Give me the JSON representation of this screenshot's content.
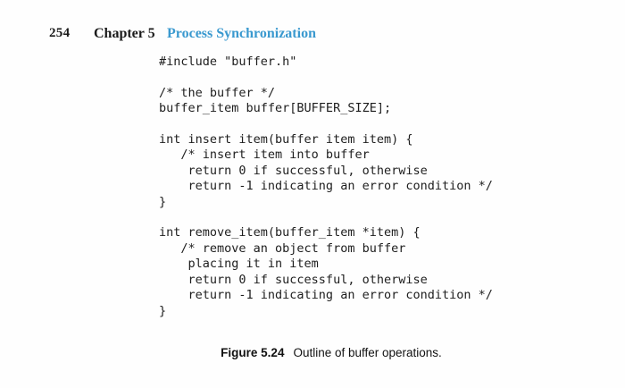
{
  "page": {
    "number": "254",
    "chapter_label": "Chapter 5",
    "chapter_title": "Process Synchronization"
  },
  "colors": {
    "chapter_title_blue": "#3a99cf",
    "body_text": "#1d1d1d",
    "background": "#fefefe"
  },
  "code": {
    "lines": [
      "#include \"buffer.h\"",
      "",
      "/* the buffer */",
      "buffer_item buffer[BUFFER_SIZE];",
      "",
      "int insert item(buffer item item) {",
      "   /* insert item into buffer",
      "    return 0 if successful, otherwise",
      "    return -1 indicating an error condition */",
      "}",
      "",
      "int remove_item(buffer_item *item) {",
      "   /* remove an object from buffer",
      "    placing it in item",
      "    return 0 if successful, otherwise",
      "    return -1 indicating an error condition */",
      "}"
    ]
  },
  "caption": {
    "label": "Figure 5.24",
    "text": "Outline of buffer operations."
  }
}
